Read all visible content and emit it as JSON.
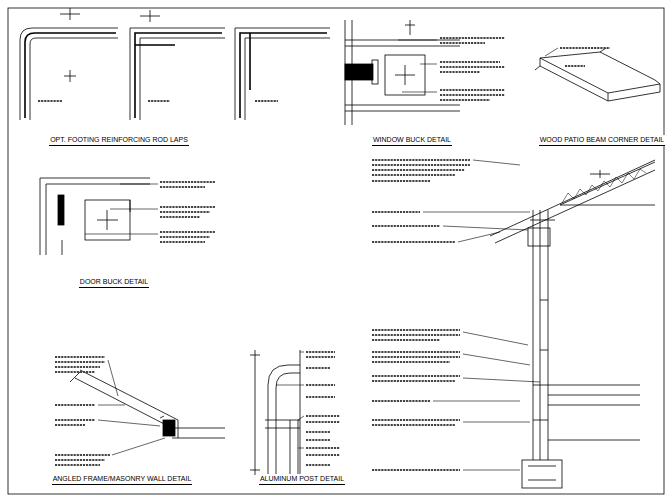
{
  "diagram": {
    "labels": [
      "OPT. FOOTING REINFORCING ROD LAPS",
      "WINDOW BUCK DETAIL",
      "WOOD PATIO BEAM CORNER DETAIL",
      "DOOR BUCK DETAIL",
      "ANGLED FRAME/MASONRY WALL DETAIL",
      "ALUMINUM POST DETAIL"
    ]
  }
}
